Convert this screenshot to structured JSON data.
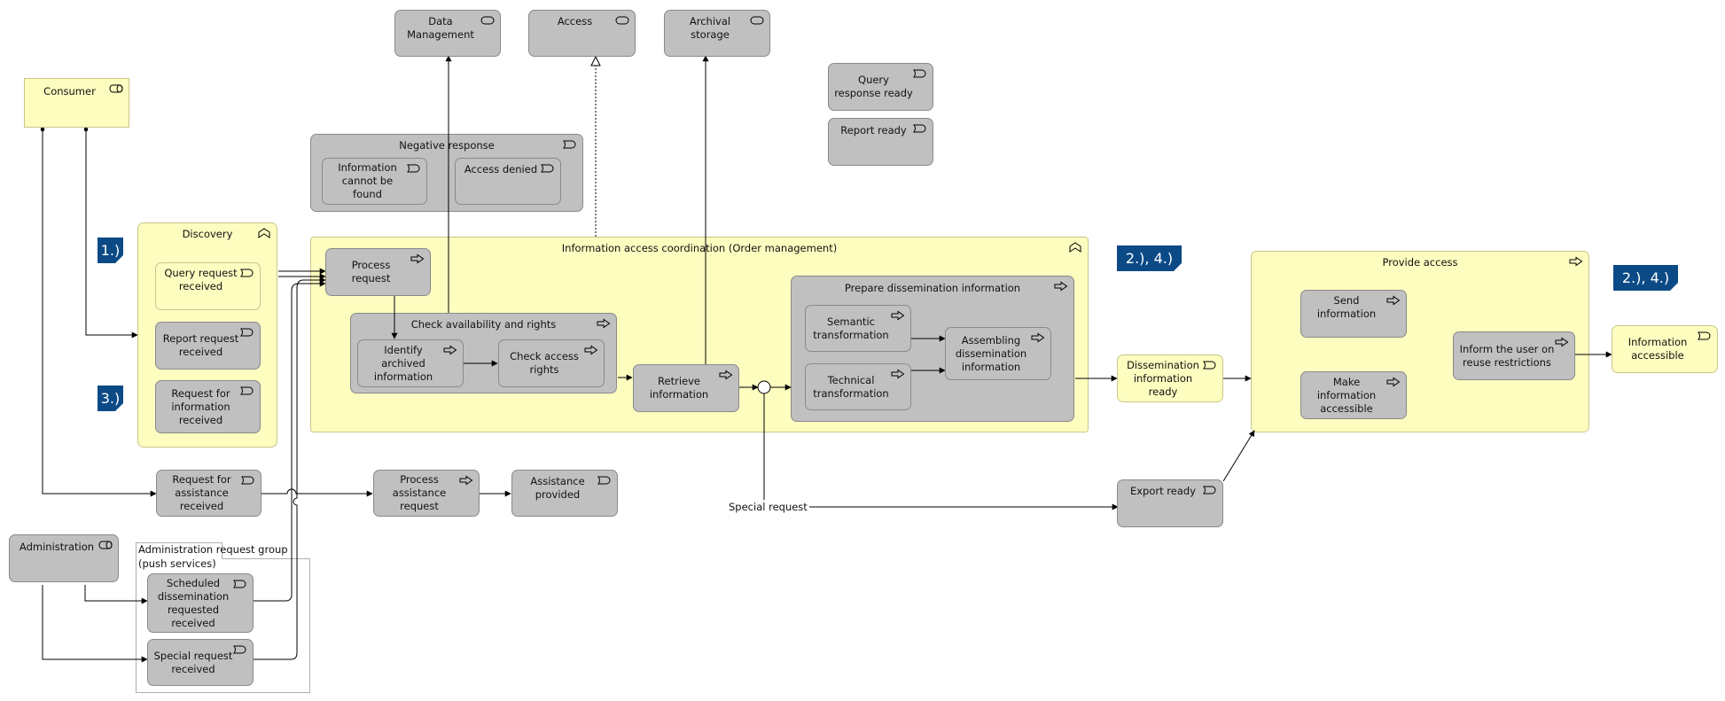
{
  "diagram": {
    "actors": {
      "consumer": "Consumer",
      "administration": "Administration"
    },
    "services": {
      "data_management": "Data Management",
      "access": "Access",
      "archival_storage": "Archival storage"
    },
    "events": {
      "query_response_ready": "Query response ready",
      "report_ready": "Report ready",
      "information_cannot_be_found": "Information cannot be found",
      "access_denied": "Access denied",
      "query_request_received": "Query request received",
      "report_request_received": "Report request received",
      "request_for_information_received": "Request for information received",
      "request_for_assistance_received": "Request for assistance received",
      "assistance_provided": "Assistance provided",
      "scheduled_dissemination_requested_received": "Scheduled dissemination requested received",
      "special_request_received": "Special request received",
      "dissemination_information_ready": "Dissemination information ready",
      "export_ready": "Export ready",
      "information_accessible": "Information accessible"
    },
    "groups": {
      "negative_response": "Negative response",
      "discovery": "Discovery",
      "information_access_coordination": "Information access coordination (Order management)",
      "check_availability_and_rights": "Check availability and rights",
      "prepare_dissemination_information": "Prepare dissemination information",
      "provide_access": "Provide access",
      "administration_request_group": "Administration request group",
      "administration_request_group_sub": "(push services)"
    },
    "processes": {
      "process_request": "Process request",
      "identify_archived_information": "Identify archived information",
      "check_access_rights": "Check access rights",
      "retrieve_information": "Retrieve information",
      "semantic_transformation": "Semantic transformation",
      "technical_transformation": "Technical transformation",
      "assembling_dissemination_information": "Assembling dissemination information",
      "process_assistance_request": "Process assistance request",
      "send_information": "Send information",
      "make_information_accessible": "Make information accessible",
      "inform_user_on_reuse_restrictions": "Inform the user on reuse restrictions"
    },
    "labels": {
      "special_request": "Special request"
    },
    "tags": {
      "tag1": "1.)",
      "tag3": "3.)",
      "tag24a": "2.), 4.)",
      "tag24b": "2.), 4.)"
    }
  }
}
